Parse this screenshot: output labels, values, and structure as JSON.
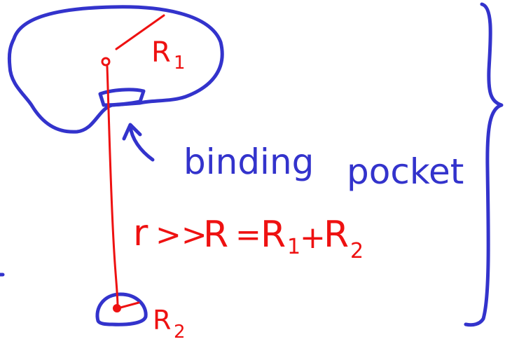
{
  "colors": {
    "outline": "#3333cc",
    "annotation": "#ee1111",
    "background": "#ffffff"
  },
  "labels": {
    "r1_letter": "R",
    "r1_sub": "1",
    "r2_letter": "R",
    "r2_sub": "2",
    "binding": "binding",
    "pocket": "pocket",
    "equation": {
      "r": "r",
      "gg": ">>",
      "R": "R",
      "eq": "=",
      "R1": "R",
      "sub1": "1",
      "plus": "+",
      "R2": "R",
      "sub2": "2"
    }
  }
}
